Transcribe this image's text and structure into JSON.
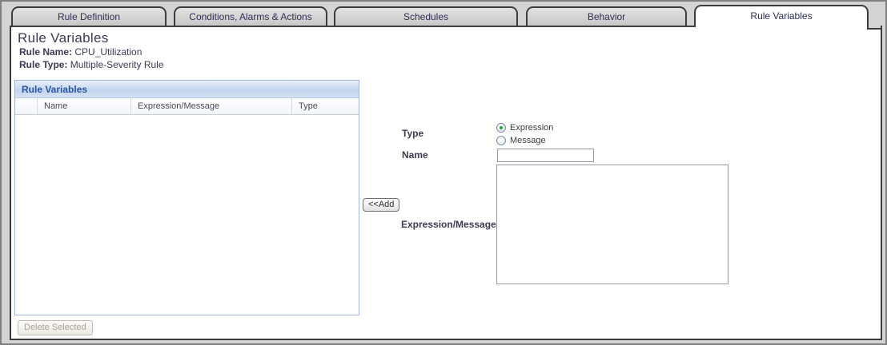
{
  "tabs": [
    {
      "label": "Rule Definition",
      "active": false
    },
    {
      "label": "Conditions, Alarms & Actions",
      "active": false
    },
    {
      "label": "Schedules",
      "active": false
    },
    {
      "label": "Behavior",
      "active": false
    },
    {
      "label": "Rule Variables",
      "active": true
    }
  ],
  "header": {
    "title": "Rule Variables",
    "rule_name_label": "Rule Name:",
    "rule_name_value": "CPU_Utilization",
    "rule_type_label": "Rule Type:",
    "rule_type_value": "Multiple-Severity Rule"
  },
  "table_panel": {
    "title": "Rule Variables",
    "columns": [
      "",
      "Name",
      "Expression/Message",
      "Type"
    ],
    "rows": [],
    "delete_button_label": "Delete Selected",
    "delete_button_enabled": false
  },
  "form": {
    "type_label": "Type",
    "radio_options": [
      {
        "label": "Expression",
        "selected": true
      },
      {
        "label": "Message",
        "selected": false
      }
    ],
    "name_label": "Name",
    "name_value": "",
    "add_button_label": "<<Add",
    "expression_label": "Expression/Message",
    "expression_value": ""
  },
  "colors": {
    "panel_title_text": "#2a56a5",
    "panel_border": "#9fb4da",
    "radio_selected_dot": "#2e9e3e",
    "tab_text": "#2f2f55",
    "heading_text": "#3b3b52",
    "background_gray": "#d4d4d4"
  }
}
